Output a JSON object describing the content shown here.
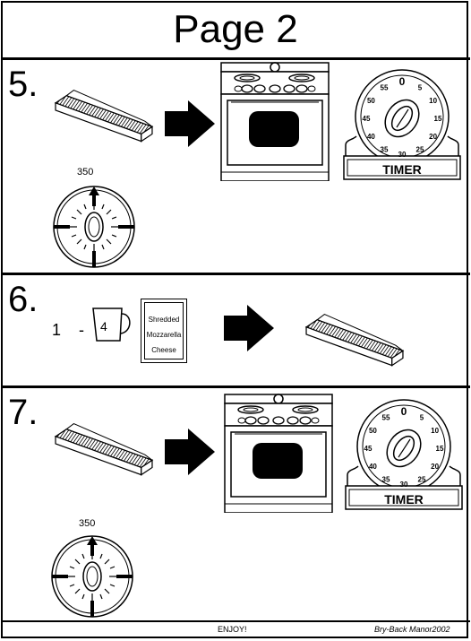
{
  "page": {
    "title": "Page 2"
  },
  "steps": [
    {
      "number": "5.",
      "temperature": "350",
      "timer_label": "TIMER"
    },
    {
      "number": "6.",
      "measure_amount": "1",
      "measure_dash": "-",
      "cup_fraction": "4",
      "bag_lines": [
        "Shredded",
        "Mozzarella",
        "Cheese"
      ]
    },
    {
      "number": "7.",
      "temperature": "350",
      "timer_label": "TIMER"
    }
  ],
  "timer_dial_numbers": [
    "55",
    "0",
    "5",
    "10",
    "15",
    "20",
    "25",
    "30",
    "35",
    "40",
    "45",
    "50"
  ],
  "footer": {
    "center": "ENJOY!",
    "credit": "Bry-Back Manor2002"
  },
  "icons": [
    "baking-dish-icon",
    "arrow-right-icon",
    "oven-icon",
    "timer-icon",
    "oven-dial-icon",
    "measuring-cup-icon",
    "cheese-bag-icon"
  ]
}
